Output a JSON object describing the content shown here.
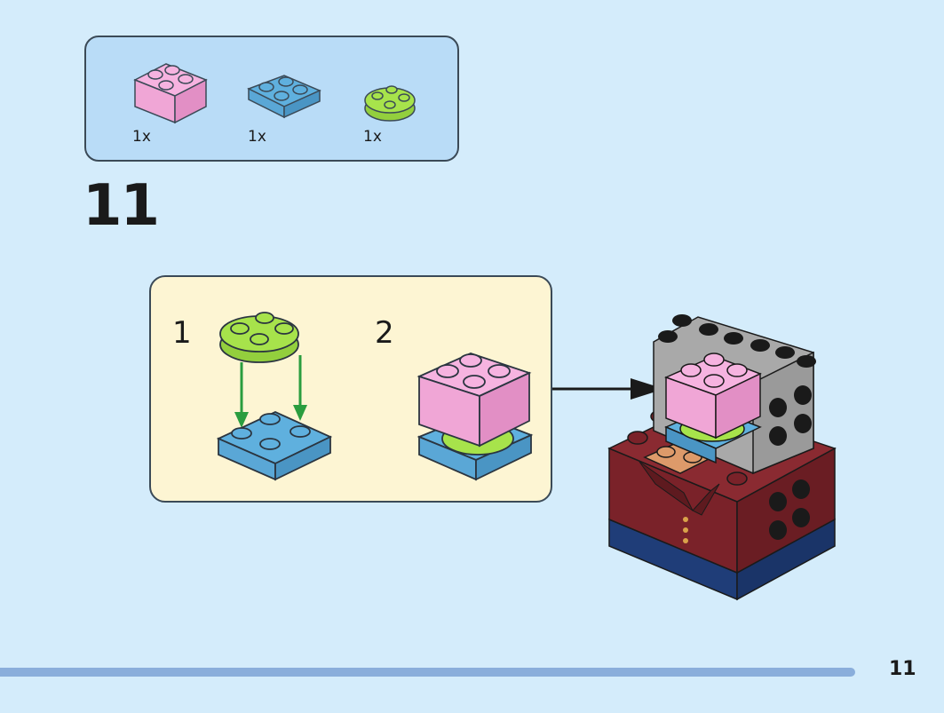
{
  "parts_list": {
    "items": [
      {
        "name": "pink 2x2 brick",
        "qty": "1x",
        "color": "#f6b3e0"
      },
      {
        "name": "blue 2x2 plate",
        "qty": "1x",
        "color": "#5fb0de"
      },
      {
        "name": "lime round plate",
        "qty": "1x",
        "color": "#a7e34b"
      }
    ]
  },
  "step": {
    "number": "11"
  },
  "sub_steps": [
    {
      "number": "1"
    },
    {
      "number": "2"
    }
  ],
  "colors": {
    "pink": "#f6b3e0",
    "blue": "#5fb0de",
    "lime": "#a7e34b",
    "grey": "#a9a9a9",
    "maroon": "#7a2229",
    "navy": "#1f3d78",
    "tan": "#dd9a6a",
    "green_arrow": "#2a9d3f"
  },
  "page": {
    "number": "11"
  }
}
